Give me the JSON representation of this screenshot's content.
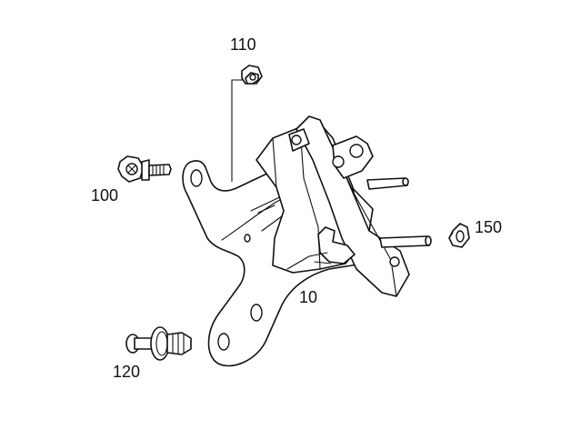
{
  "diagram": {
    "callouts": [
      {
        "id": "110",
        "text": "110",
        "part": "nut-top"
      },
      {
        "id": "100",
        "text": "100",
        "part": "bolt"
      },
      {
        "id": "150",
        "text": "150",
        "part": "nut-right"
      },
      {
        "id": "10",
        "text": "10",
        "part": "latch-bracket"
      },
      {
        "id": "120",
        "text": "120",
        "part": "rivet-clip"
      }
    ]
  }
}
